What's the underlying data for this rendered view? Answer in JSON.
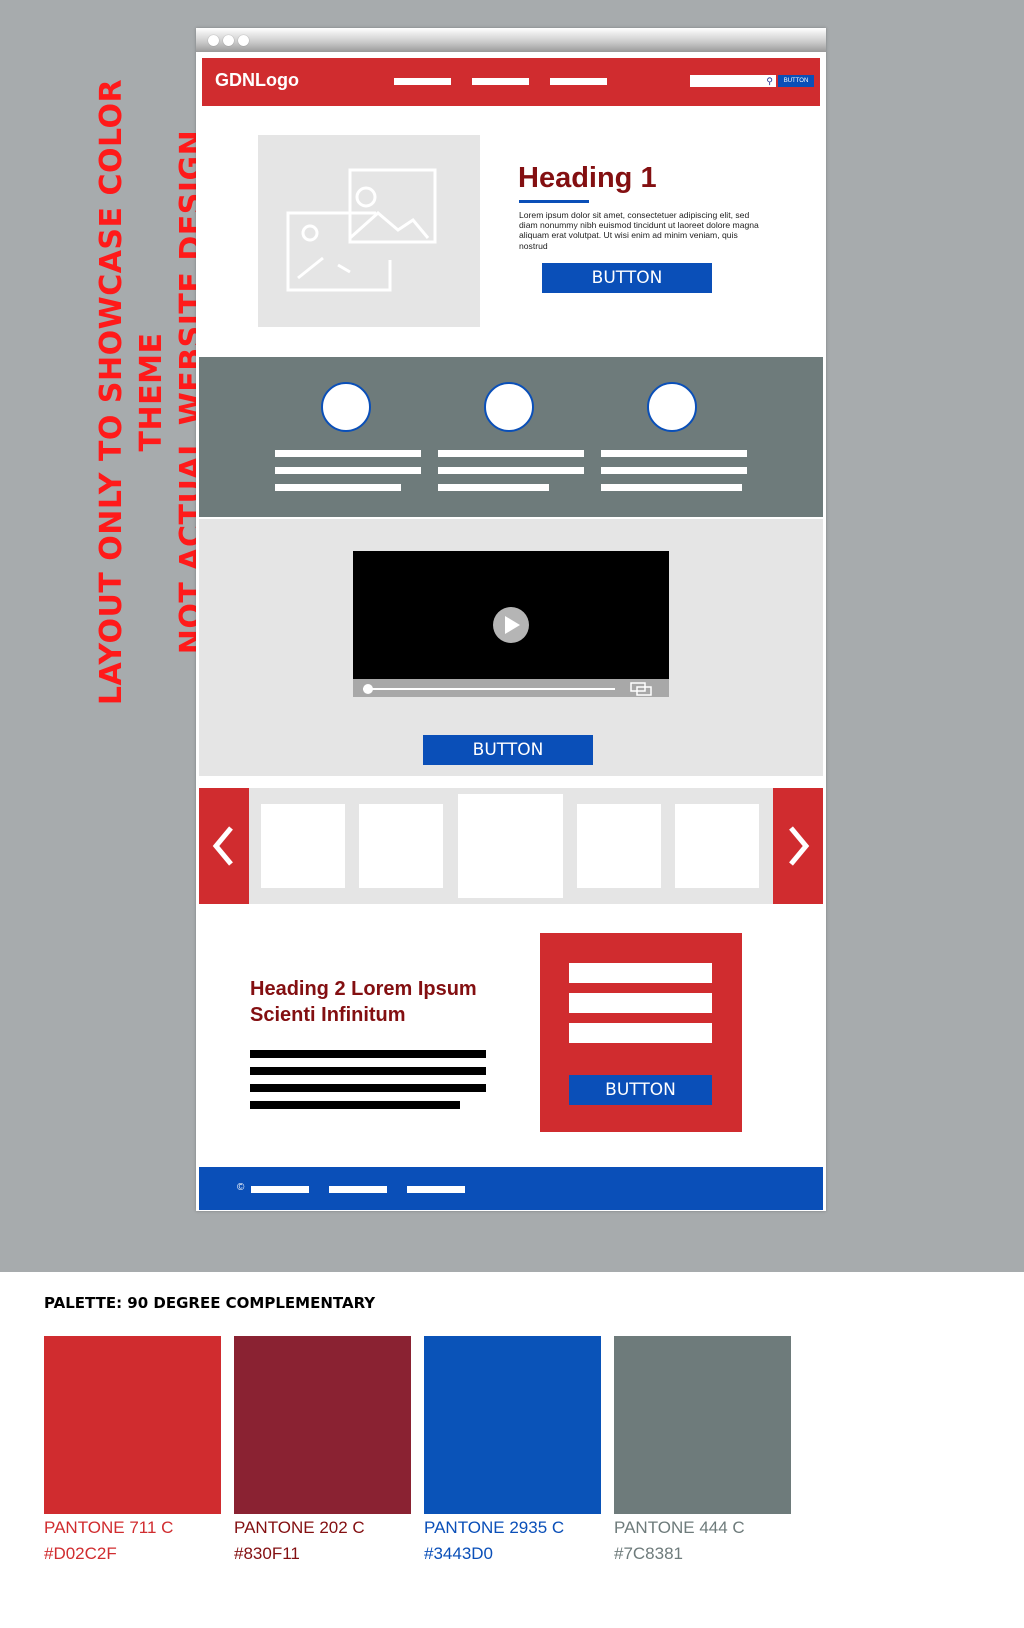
{
  "side_note": {
    "line1": "LAYOUT ONLY TO SHOWCASE COLOR THEME",
    "line2": "NOT ACTUAL WEBSITE DESIGN"
  },
  "mockup": {
    "navbar": {
      "logo": "GDNLogo",
      "search_icon": "search-icon",
      "button_label": "BUTTON"
    },
    "hero": {
      "heading": "Heading 1",
      "body": "Lorem ipsum dolor sit amet, consectetuer adipiscing elit, sed diam nonummy nibh euismod tincidunt ut laoreet dolore magna aliquam erat volutpat. Ut wisi enim ad minim veniam, quis nostrud",
      "button_label": "BUTTON"
    },
    "video": {
      "play_icon": "play-icon",
      "button_label": "BUTTON"
    },
    "carousel": {
      "prev_icon": "chevron-left-icon",
      "next_icon": "chevron-right-icon"
    },
    "content": {
      "heading": "Heading 2 Lorem Ipsum Scienti Infinitum",
      "form_button_label": "BUTTON"
    },
    "footer": {
      "copyright": "©"
    }
  },
  "palette": {
    "title": "PALETTE: 90 DEGREE COMPLEMENTARY",
    "swatches": [
      {
        "name": "PANTONE 711 C",
        "hex": "#D02C2F",
        "color": "#d02c2f"
      },
      {
        "name": "PANTONE 202 C",
        "hex": "#830F11",
        "color": "#8a2232"
      },
      {
        "name": "PANTONE 2935 C",
        "hex": "#3443D0",
        "color": "#0a53b8"
      },
      {
        "name": "PANTONE 444 C",
        "hex": "#7C8381",
        "color": "#6e7b7b"
      }
    ]
  }
}
